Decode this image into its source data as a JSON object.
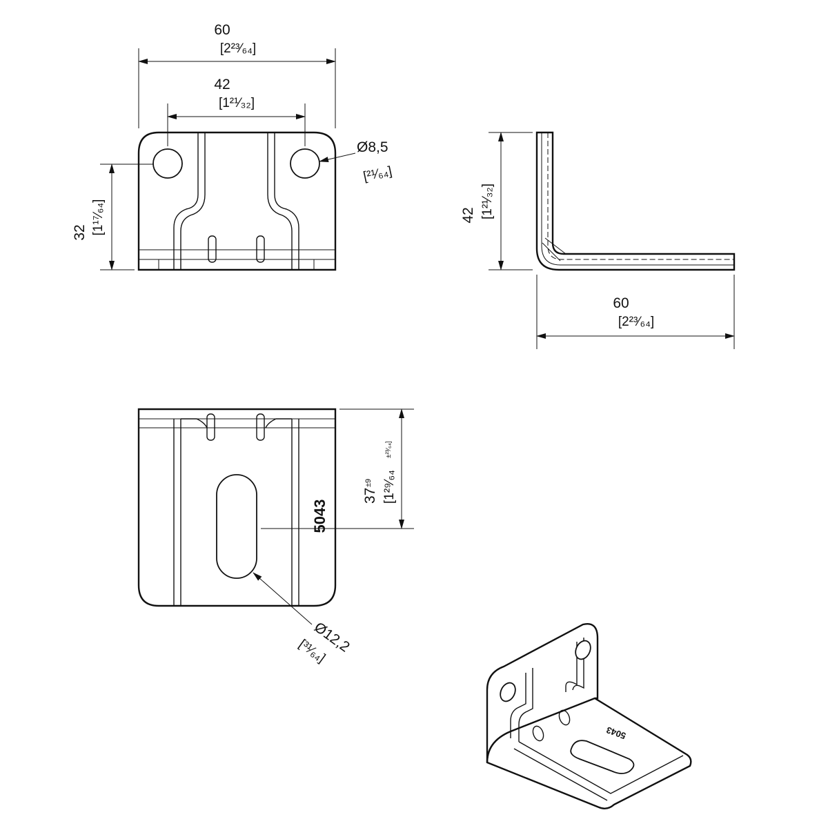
{
  "front_view": {
    "width": {
      "value": "60",
      "imperial": "[2²³⁄₆₄]"
    },
    "hole_spacing": {
      "value": "42",
      "imperial": "[1²¹⁄₃₂]"
    },
    "hole_height": {
      "value": "32",
      "imperial": "[1¹⁷⁄₆₄]"
    },
    "hole_diameter": {
      "value": "Ø8,5",
      "imperial": "[²¹⁄₆₄]"
    }
  },
  "side_view": {
    "height": {
      "value": "42",
      "imperial": "[1²¹⁄₃₂]"
    },
    "length": {
      "value": "60",
      "imperial": "[2²³⁄₆₄]"
    }
  },
  "top_view": {
    "slot_position": {
      "value": "37",
      "tolerance": "±9",
      "imperial": "[1²⁹⁄₆₄",
      "imperial_tolerance": "±²³⁄₆₄]"
    },
    "part_number": "5043",
    "slot_diameter": {
      "value": "Ø12,2",
      "imperial": "[³¹⁄₆₄]"
    }
  },
  "iso_view": {
    "part_number": "5043"
  }
}
